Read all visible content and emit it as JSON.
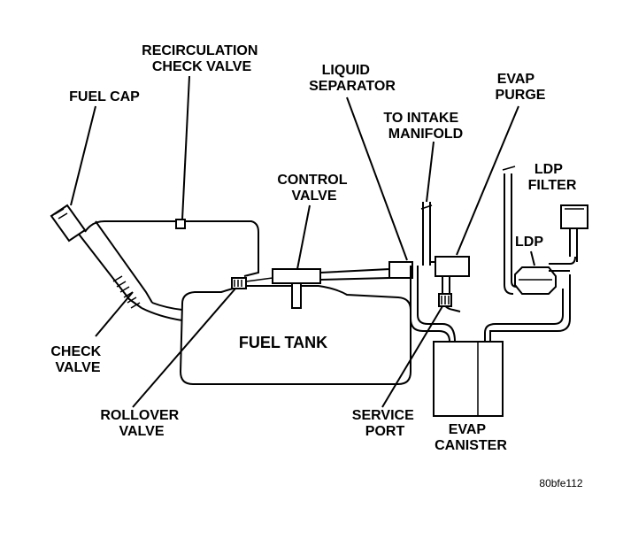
{
  "diagram": {
    "code": "80bfe112",
    "components": {
      "fuel_tank": "FUEL TANK"
    },
    "labels": {
      "recirculation_check_valve": [
        "RECIRCULATION",
        "CHECK VALVE"
      ],
      "fuel_cap": [
        "FUEL CAP"
      ],
      "liquid_separator": [
        "LIQUID",
        "SEPARATOR"
      ],
      "to_intake_manifold": [
        "TO INTAKE",
        "MANIFOLD"
      ],
      "evap_purge": [
        "EVAP",
        "PURGE"
      ],
      "control_valve": [
        "CONTROL",
        "VALVE"
      ],
      "ldp_filter": [
        "LDP",
        "FILTER"
      ],
      "ldp": [
        "LDP"
      ],
      "check_valve": [
        "CHECK",
        "VALVE"
      ],
      "rollover_valve": [
        "ROLLOVER",
        "VALVE"
      ],
      "service_port": [
        "SERVICE",
        "PORT"
      ],
      "evap_canister": [
        "EVAP",
        "CANISTER"
      ]
    }
  }
}
